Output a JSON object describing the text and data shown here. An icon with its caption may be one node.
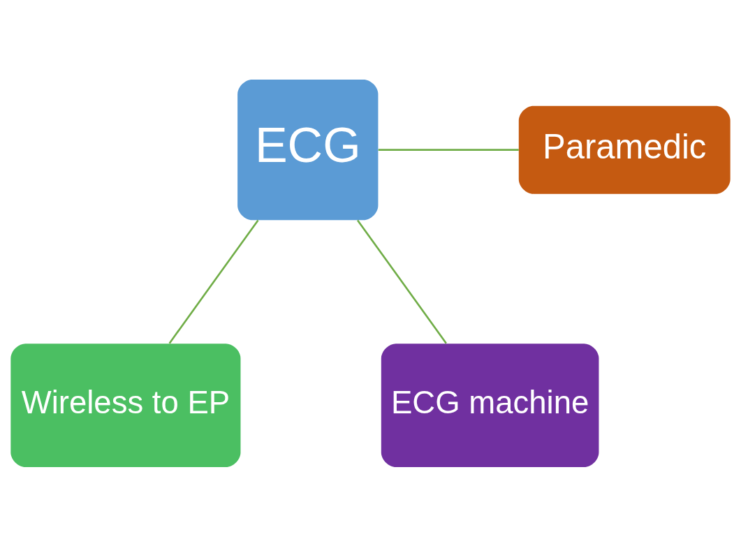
{
  "diagram": {
    "nodes": [
      {
        "text": [
          "ECG"
        ]
      },
      {
        "text": [
          "Paramedic"
        ]
      },
      {
        "text": [
          "Wireless to EP"
        ]
      },
      {
        "text": [
          "ECG machine"
        ]
      }
    ],
    "edges": [
      {
        "from": 0,
        "to": 1,
        "arrow": "none"
      },
      {
        "from": 0,
        "to": 2,
        "arrow": "none"
      },
      {
        "from": 0,
        "to": 3,
        "arrow": "none"
      }
    ]
  }
}
